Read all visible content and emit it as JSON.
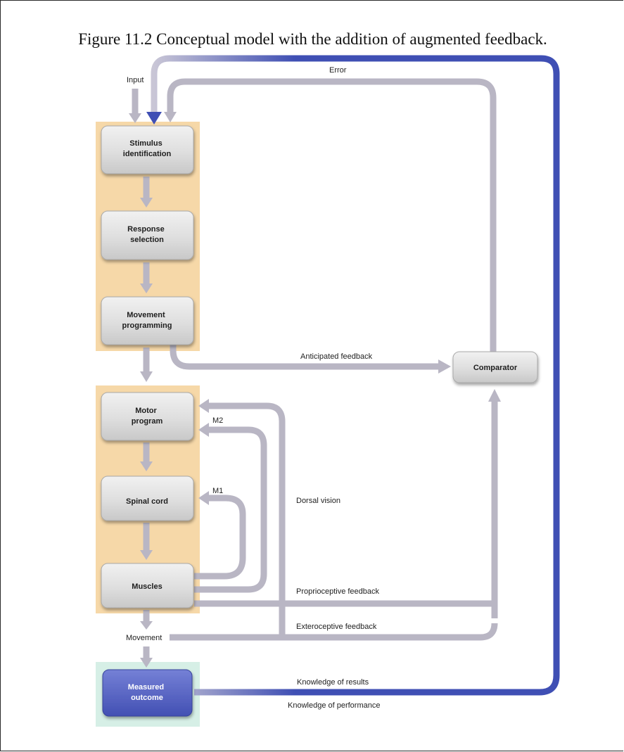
{
  "caption": "Figure 11.2 Conceptual model with the addition of augmented feedback.",
  "colors": {
    "panel": "#f6d8a8",
    "outcome_panel": "#d6efe6",
    "gray_arrow": "#b9b6c4",
    "blue_arrow": "#3f4fb4",
    "box_fill": "#dcdcdc",
    "outcome_box": "#5460bf"
  },
  "boxes": {
    "stimulus": [
      "Stimulus",
      "identification"
    ],
    "response": [
      "Response",
      "selection"
    ],
    "movement_prog": [
      "Movement",
      "programming"
    ],
    "motor": [
      "Motor",
      "program"
    ],
    "spinal": [
      "Spinal cord"
    ],
    "muscles": [
      "Muscles"
    ],
    "comparator": [
      "Comparator"
    ],
    "outcome": [
      "Measured",
      "outcome"
    ]
  },
  "labels": {
    "input": "Input",
    "error": "Error",
    "anticipated": "Anticipated feedback",
    "m2": "M2",
    "m1": "M1",
    "dorsal": "Dorsal vision",
    "proprioceptive": "Proprioceptive feedback",
    "exteroceptive": "Exteroceptive feedback",
    "movement": "Movement",
    "kr": "Knowledge of results",
    "kp": "Knowledge of performance"
  }
}
